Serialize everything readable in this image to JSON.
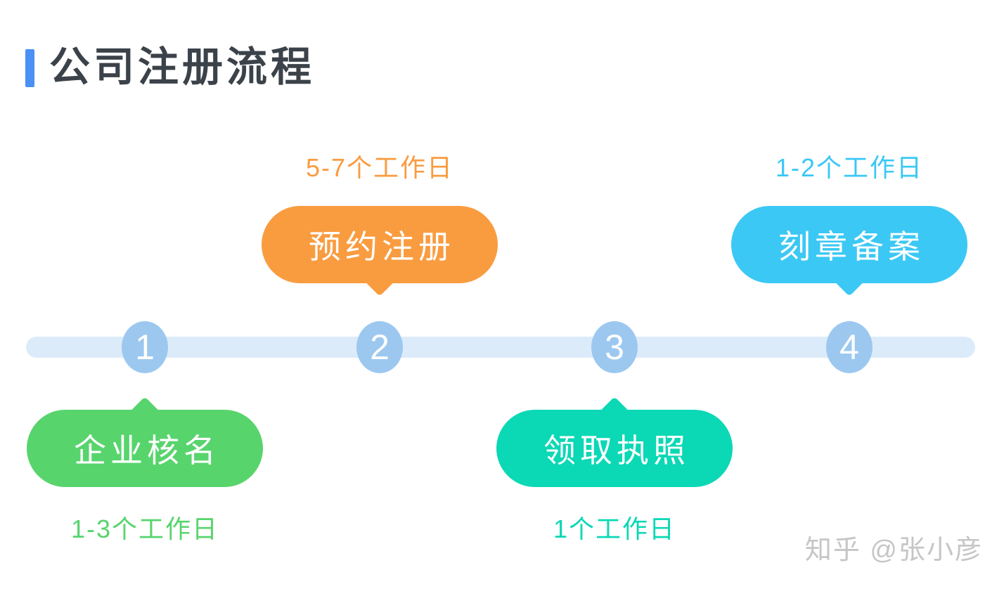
{
  "page": {
    "title": "公司注册流程",
    "title_color": "#3B4249",
    "accent_color": "#4A90F5",
    "watermark": "知乎 @张小彦"
  },
  "timeline": {
    "bar_color": "#DCEBFA",
    "node_color": "#9CC8F0",
    "node_number_color": "#FFFFFF"
  },
  "steps": [
    {
      "number": "1",
      "label": "企业核名",
      "duration": "1-3个工作日",
      "color": "#58D46D",
      "bubble_position": "below-line"
    },
    {
      "number": "2",
      "label": "预约注册",
      "duration": "5-7个工作日",
      "color": "#F99C40",
      "bubble_position": "above-line"
    },
    {
      "number": "3",
      "label": "领取执照",
      "duration": "1个工作日",
      "color": "#0BD8B5",
      "bubble_position": "below-line"
    },
    {
      "number": "4",
      "label": "刻章备案",
      "duration": "1-2个工作日",
      "color": "#3BC8F5",
      "bubble_position": "above-line"
    }
  ]
}
